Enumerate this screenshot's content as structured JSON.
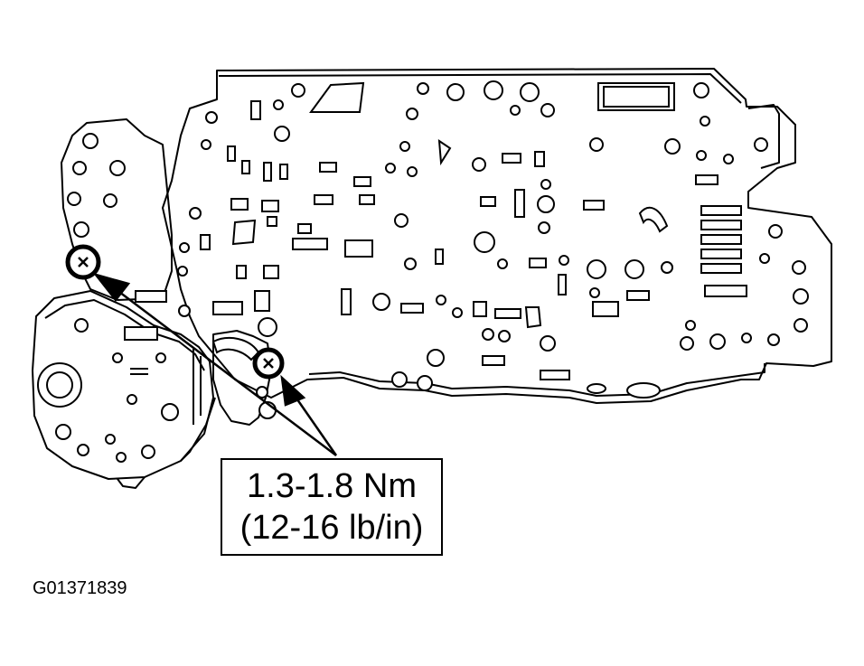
{
  "callout": {
    "torque_nm": "1.3-1.8 Nm",
    "torque_lbin": "(12-16 lb/in)"
  },
  "figure_id": "G01371839",
  "colors": {
    "line": "#000000",
    "background": "#ffffff"
  },
  "icons": [
    "bolt-icon",
    "arrow-icon"
  ]
}
